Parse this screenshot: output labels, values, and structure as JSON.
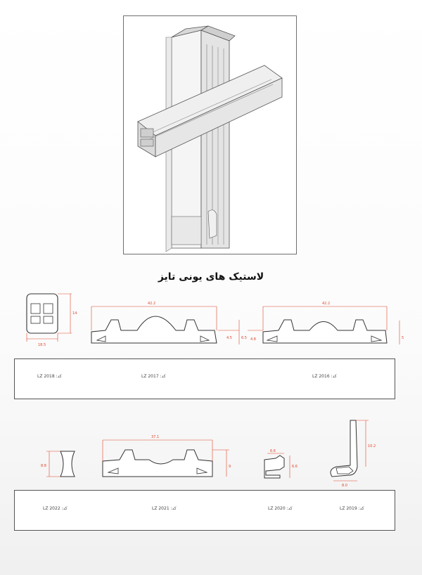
{
  "title": "لاستیک های یونی تایز",
  "profiles": [
    {
      "code": "کد: LZ 2018",
      "dims": [
        "18.5",
        "14"
      ]
    },
    {
      "code": "کد: LZ 2017",
      "dims": [
        "42.2",
        "6.5",
        "4.5"
      ]
    },
    {
      "code": "کد: LZ 2016",
      "dims": [
        "42.2",
        "4.8",
        "5"
      ]
    },
    {
      "code": "کد: LZ 2022",
      "dims": [
        "8.8"
      ]
    },
    {
      "code": "کد: LZ 2021",
      "dims": [
        "37.1",
        "9"
      ]
    },
    {
      "code": "کد: LZ 2020",
      "dims": [
        "6.6",
        "6.6"
      ]
    },
    {
      "code": "کد: LZ 2019",
      "dims": [
        "10.2",
        "8.0"
      ]
    }
  ]
}
